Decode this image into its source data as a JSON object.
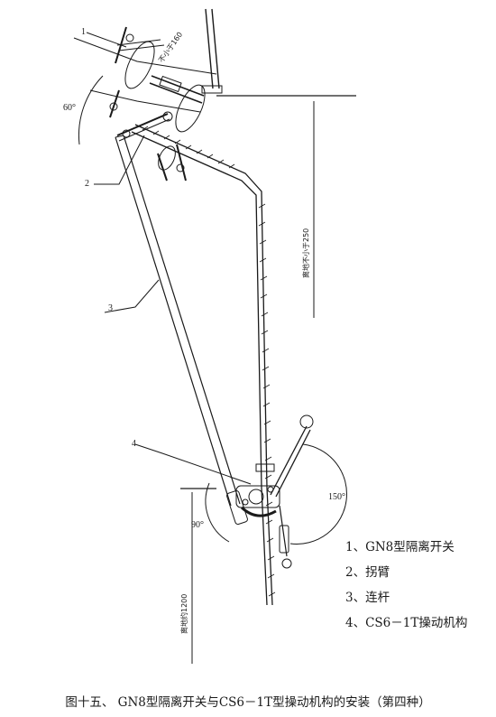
{
  "callouts": [
    "1",
    "2",
    "3",
    "4"
  ],
  "dimensions": {
    "angle_top": "60°",
    "angle_right": "150°",
    "angle_bottom": "90°",
    "min_spacing": "不小于160",
    "ground_clearance_top": "离地不小于250",
    "ground_clearance_bottom": "离地约1200"
  },
  "legend": [
    "1、GN8型隔离开关",
    "2、拐臂",
    "3、连杆",
    "4、CS6－1T操动机构"
  ],
  "caption": "图十五、  GN8型隔离开关与CS6－1T型操动机构的安装（第四种）"
}
